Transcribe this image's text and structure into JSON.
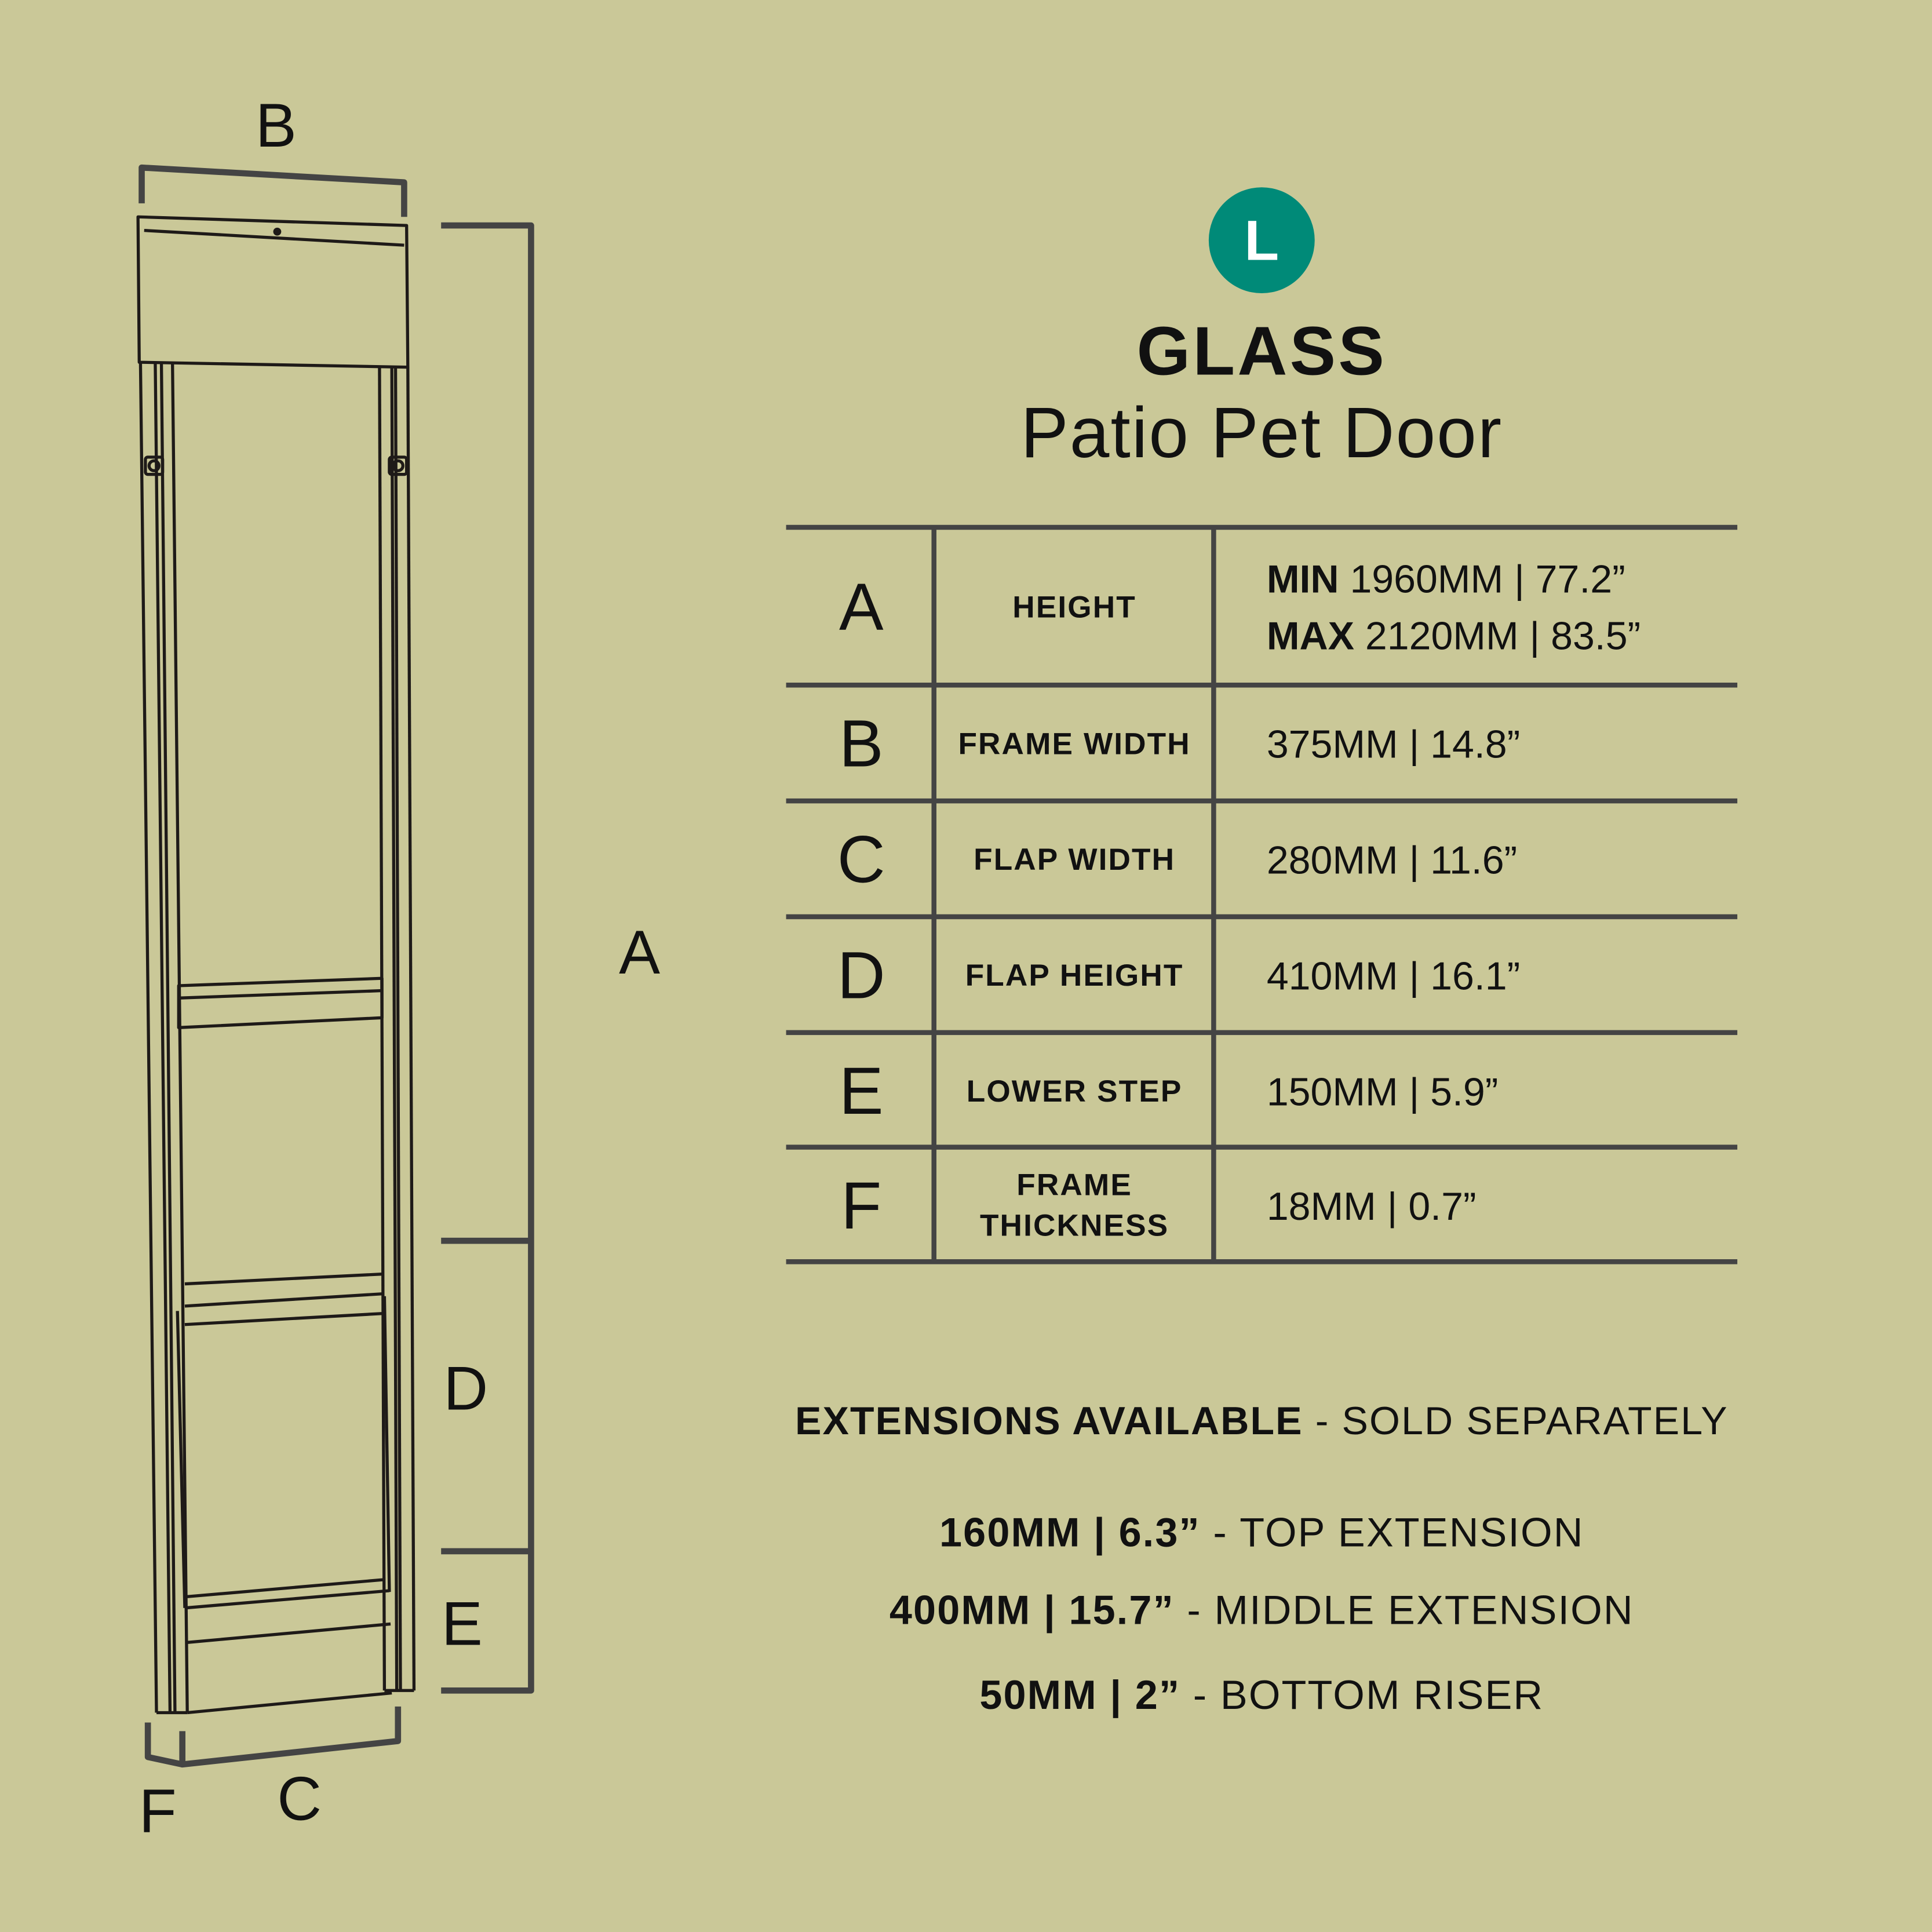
{
  "colors": {
    "background": "#cac898",
    "badge": "#008a78",
    "lines": "#444444"
  },
  "badge": {
    "size_letter": "L"
  },
  "title": {
    "main": "GLASS",
    "sub": "Patio Pet Door"
  },
  "diagram_labels": {
    "a": "A",
    "b": "B",
    "c": "C",
    "d": "D",
    "e": "E",
    "f": "F"
  },
  "table": {
    "rows": [
      {
        "letter": "A",
        "label": "HEIGHT",
        "values": [
          {
            "prefix": "MIN",
            "text": "1960MM | 77.2”"
          },
          {
            "prefix": "MAX",
            "text": "2120MM | 83.5”"
          }
        ]
      },
      {
        "letter": "B",
        "label": "FRAME WIDTH",
        "value": "375MM | 14.8”"
      },
      {
        "letter": "C",
        "label": "FLAP WIDTH",
        "value": "280MM | 11.6”"
      },
      {
        "letter": "D",
        "label": "FLAP HEIGHT",
        "value": "410MM | 16.1”"
      },
      {
        "letter": "E",
        "label": "LOWER STEP",
        "value": "150MM | 5.9”"
      },
      {
        "letter": "F",
        "label": "FRAME THICKNESS",
        "value": "18MM | 0.7”"
      }
    ]
  },
  "extensions": {
    "heading": "EXTENSIONS AVAILABLE",
    "heading_suffix": " - SOLD SEPARATELY",
    "items": [
      {
        "size": "160MM | 6.3”",
        "name": " - TOP EXTENSION"
      },
      {
        "size": "400MM | 15.7”",
        "name": " - MIDDLE EXTENSION"
      },
      {
        "size": "50MM | 2”",
        "name": " - BOTTOM RISER"
      }
    ]
  }
}
